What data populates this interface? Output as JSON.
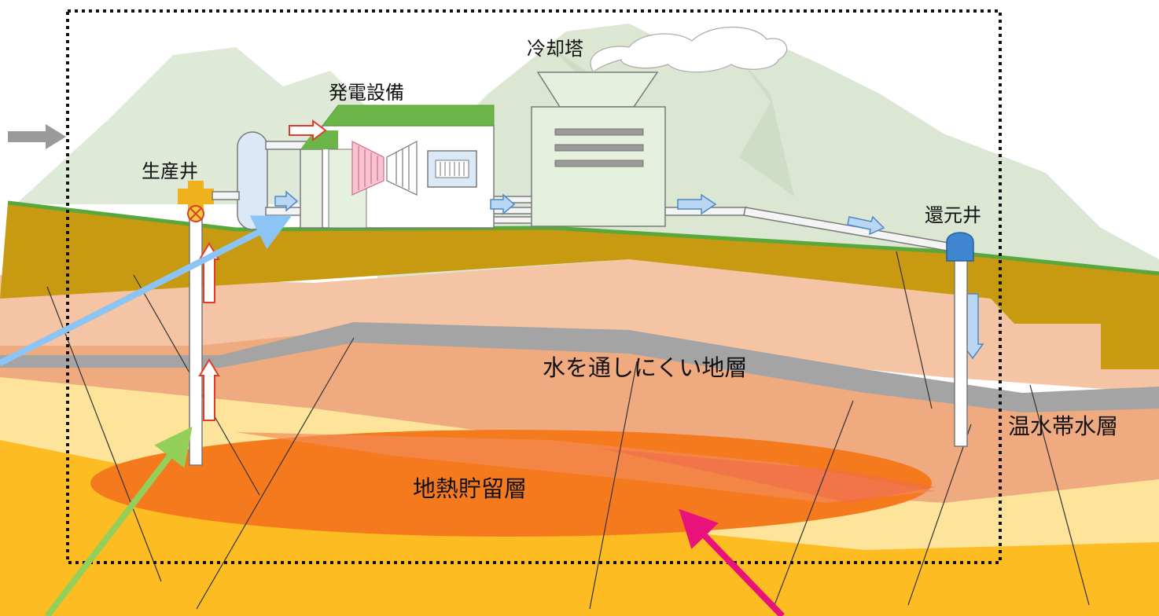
{
  "labels": {
    "cooling_tower": "冷却塔",
    "power_facility": "発電設備",
    "production_well": "生産井",
    "reinjection_well": "還元井",
    "impermeable_layer": "水を通しにくい地層",
    "hot_aquifer": "温水帯水層",
    "geothermal_reservoir": "地熱貯留層"
  },
  "colors": {
    "ground_top": "#c79a12",
    "grass": "#5aa83c",
    "layer_pink": "#f4c4a4",
    "impermeable": "#a4a4a4",
    "aquifer": "#efaa80",
    "yellow_layer": "#fde49a",
    "deep": "#fcbc22",
    "reservoir": "#f57a1e",
    "mountain": "#dde8d6",
    "pointer_blue": "#8cc4f6",
    "pointer_green": "#94cf5a",
    "pointer_magenta": "#e8127a",
    "pointer_gray": "#9a9a9a"
  }
}
